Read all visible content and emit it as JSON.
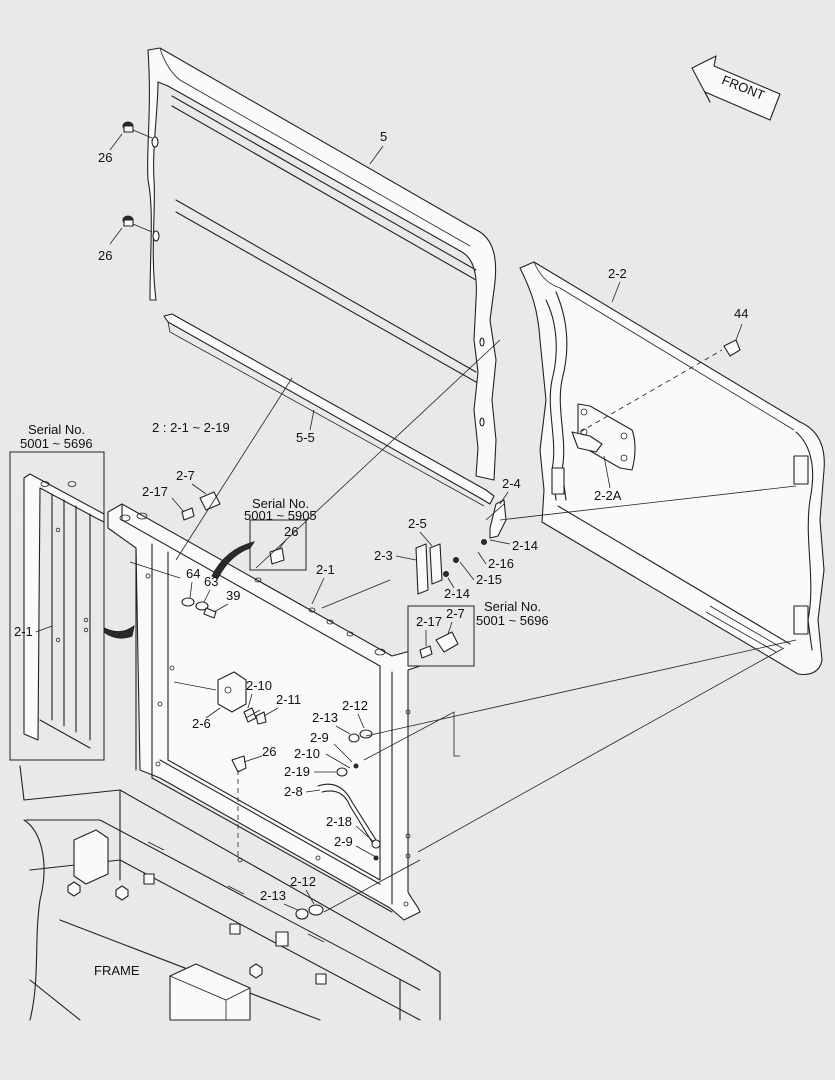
{
  "labels": {
    "p26_a": "26",
    "p26_b": "26",
    "p5": "5",
    "p5_5": "5-5",
    "p2_2": "2-2",
    "p44": "44",
    "p2_2A": "2-2A",
    "group_note": "2 : 2-1 ~ 2-19",
    "serial_left_1": "Serial No.",
    "serial_left_2": "5001 ~ 5696",
    "p2_1_left": "2-1",
    "p2_7_a": "2-7",
    "p2_17_a": "2-17",
    "serial_mid_1": "Serial No.",
    "serial_mid_2": "5001 ~ 5905",
    "p26_c": "26",
    "p2_1": "2-1",
    "p64": "64",
    "p63": "63",
    "p39": "39",
    "p2_4": "2-4",
    "p2_14_a": "2-14",
    "p2_5": "2-5",
    "p2_3": "2-3",
    "p2_16": "2-16",
    "p2_15": "2-15",
    "p2_14_b": "2-14",
    "serial_right_1": "Serial No.",
    "serial_right_2": "5001 ~ 5696",
    "p2_7_b": "2-7",
    "p2_17_b": "2-17",
    "p2_10_a": "2-10",
    "p2_11": "2-11",
    "p2_6": "2-6",
    "p2_12_a": "2-12",
    "p2_13_a": "2-13",
    "p26_d": "26",
    "p2_9_a": "2-9",
    "p2_10_b": "2-10",
    "p2_19": "2-19",
    "p2_8": "2-8",
    "p2_18": "2-18",
    "p2_9_b": "2-9",
    "p2_12_b": "2-12",
    "p2_13_b": "2-13",
    "frame": "FRAME",
    "front": "FRONT"
  }
}
